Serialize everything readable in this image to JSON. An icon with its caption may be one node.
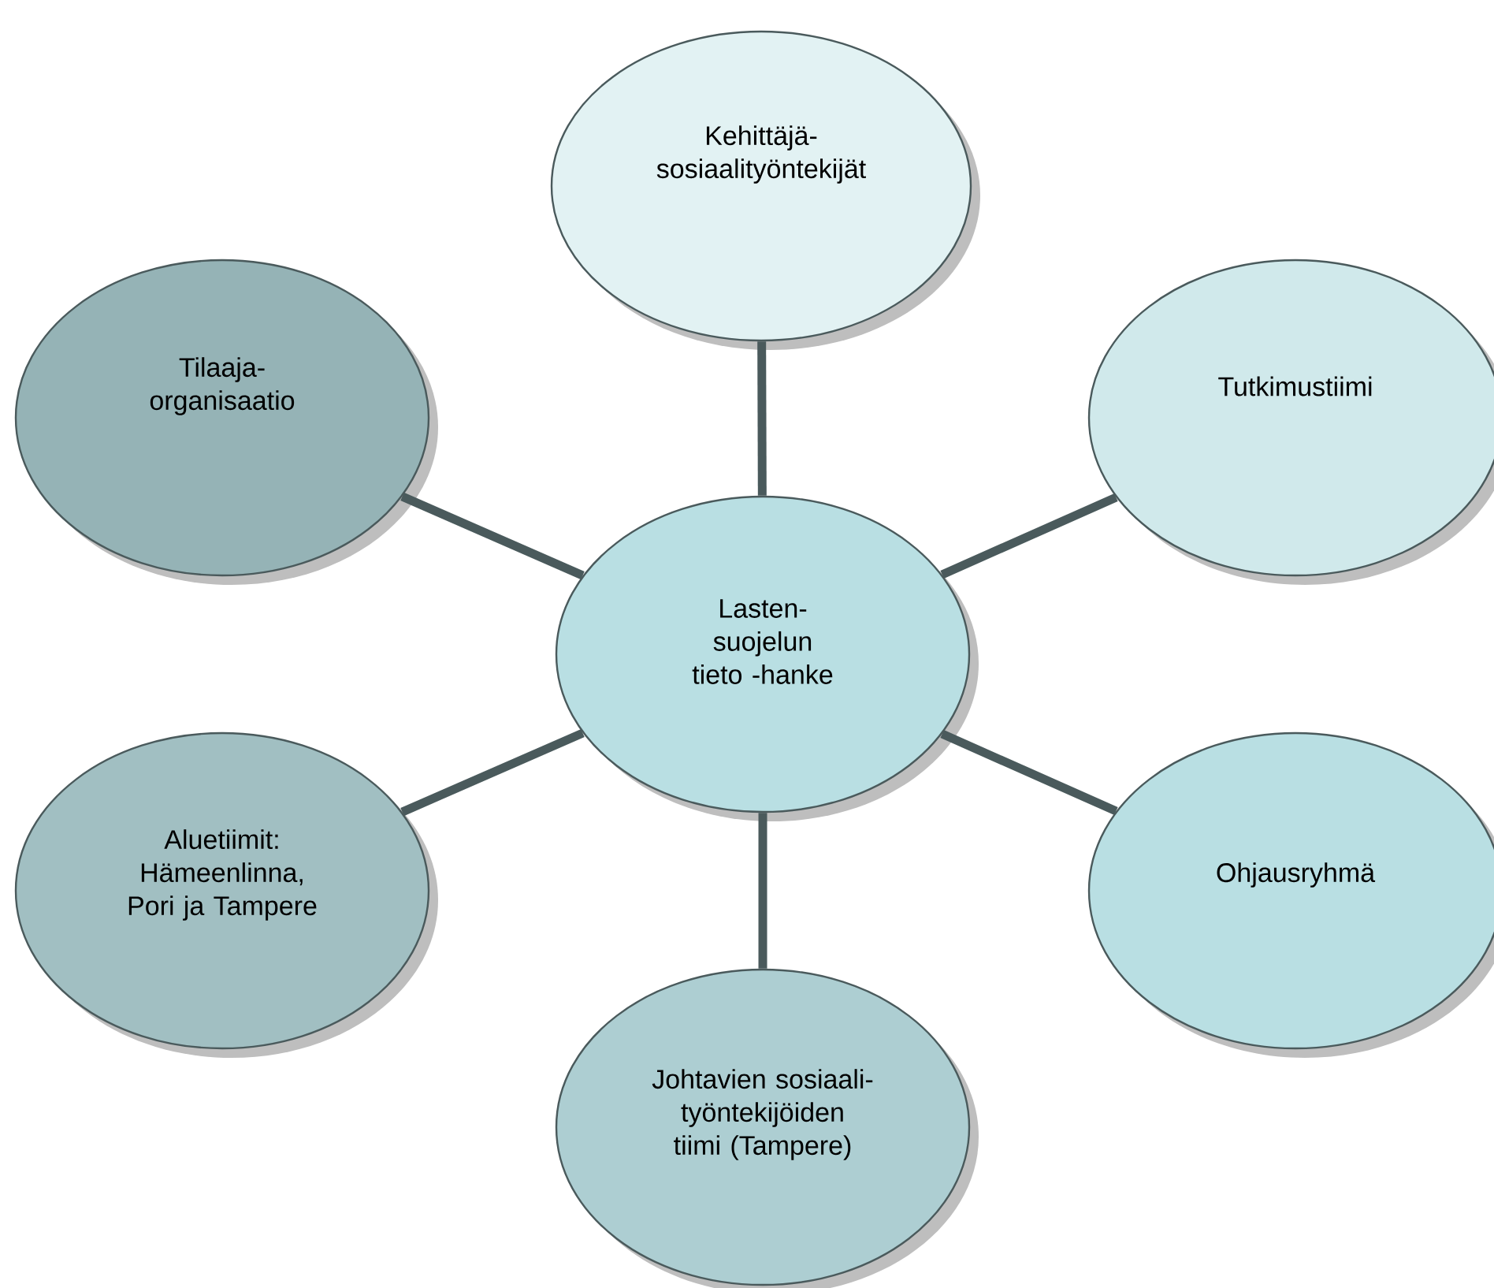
{
  "diagram": {
    "nodes": [
      {
        "text": [
          "Kehittäjä- sosiaalityöntekijät"
        ]
      },
      {
        "text": [
          "Tilaaja- organisaatio"
        ]
      },
      {
        "text": [
          "Tutkimustiimi"
        ]
      },
      {
        "text": [
          "Lasten- suojelun tieto -hanke"
        ]
      },
      {
        "text": [
          "Aluetiimit: Hämeenlinna, Pori ja Tampere"
        ]
      },
      {
        "text": [
          "Ohjausryhmä"
        ]
      },
      {
        "text": [
          "Johtavien sosiaali- työntekijöiden tiimi (Tampere)"
        ]
      }
    ],
    "edges": [
      {
        "from": 3,
        "to": 0,
        "arrow": "none"
      },
      {
        "from": 3,
        "to": 1,
        "arrow": "none"
      },
      {
        "from": 3,
        "to": 2,
        "arrow": "none"
      },
      {
        "from": 3,
        "to": 4,
        "arrow": "none"
      },
      {
        "from": 3,
        "to": 5,
        "arrow": "none"
      },
      {
        "from": 3,
        "to": 6,
        "arrow": "none"
      }
    ]
  }
}
